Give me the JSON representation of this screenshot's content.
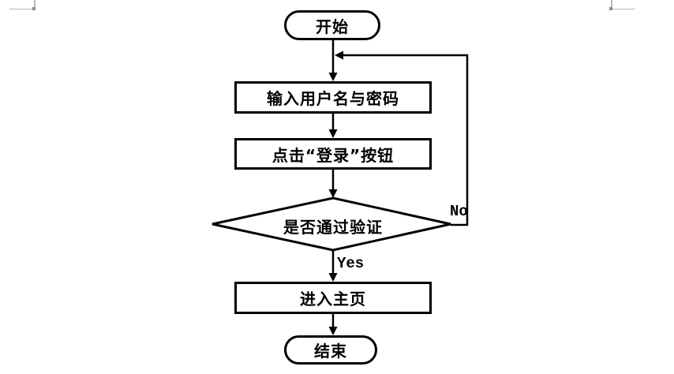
{
  "colors": {
    "line": "#000000",
    "background": "#ffffff",
    "corner_mark": "#b5b5b5"
  },
  "flowchart": {
    "nodes": [
      {
        "id": "start",
        "type": "terminator",
        "label": "开始"
      },
      {
        "id": "input-credentials",
        "type": "process",
        "label": "输入用户名与密码"
      },
      {
        "id": "click-login",
        "type": "process",
        "label": "点击“登录”按钮"
      },
      {
        "id": "verify",
        "type": "decision",
        "label": "是否通过验证"
      },
      {
        "id": "enter-homepage",
        "type": "process",
        "label": "进入主页"
      },
      {
        "id": "end",
        "type": "terminator",
        "label": "结束"
      }
    ],
    "edge_labels": {
      "yes": "Yes",
      "no": "No"
    },
    "edges": [
      {
        "from": "start",
        "to": "input-credentials"
      },
      {
        "from": "input-credentials",
        "to": "click-login"
      },
      {
        "from": "click-login",
        "to": "verify"
      },
      {
        "from": "verify",
        "to": "enter-homepage",
        "label": "Yes"
      },
      {
        "from": "verify",
        "to": "input-credentials",
        "label": "No"
      },
      {
        "from": "enter-homepage",
        "to": "end"
      }
    ]
  }
}
